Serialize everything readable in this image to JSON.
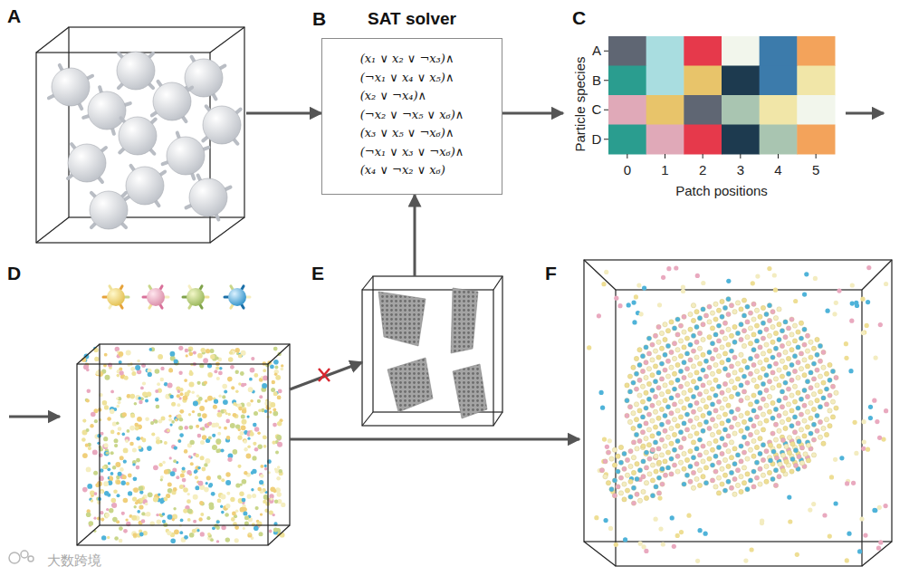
{
  "diagram": {
    "nodes": [
      {
        "text": [
          "A"
        ]
      },
      {
        "text": [
          "B",
          "SAT solver",
          "(x₁ ∨ x₂ ∨ ¬x₃)∧",
          "(¬x₁ ∨ x₄ ∨ x₅)∧",
          "(x₂ ∨ ¬x₄)∧",
          "(¬x₂ ∨ ¬x₅ ∨ x₆)∧",
          "(x₃ ∨ x₅ ∨ ¬x₆)∧",
          "(¬x₁ ∨ x₃ ∨ ¬x₆)∧",
          "(x₄ ∨ ¬x₂ ∨ x₆)"
        ]
      },
      {
        "text": [
          "C"
        ]
      },
      {
        "text": [
          "D"
        ]
      },
      {
        "text": [
          "E"
        ]
      },
      {
        "text": [
          "F"
        ]
      }
    ],
    "edges": [
      {
        "from": 0,
        "to": 1,
        "arrow": "to"
      },
      {
        "from": 1,
        "to": 2,
        "arrow": "to"
      },
      {
        "from": 3,
        "to": 4,
        "arrow": "to"
      },
      {
        "from": 4,
        "to": 1,
        "arrow": "to"
      },
      {
        "from": 3,
        "to": 5,
        "arrow": "to"
      }
    ],
    "labels": [
      "Particle species",
      "A",
      "B",
      "C",
      "D",
      "0",
      "1",
      "2",
      "3",
      "4",
      "5",
      "Patch positions",
      "大数跨境"
    ]
  }
}
